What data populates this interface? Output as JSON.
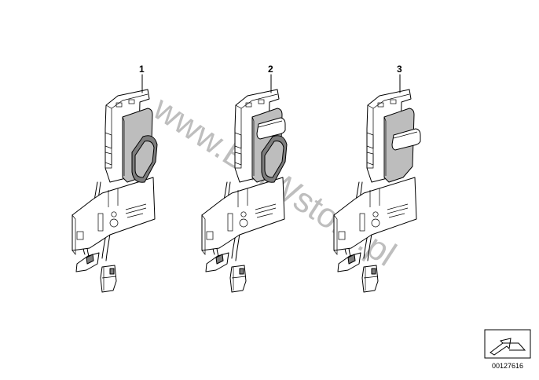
{
  "parts": [
    {
      "number": "1",
      "variant": "rocker-knob"
    },
    {
      "number": "2",
      "variant": "rocker-knob-with-button"
    },
    {
      "number": "3",
      "variant": "button-only"
    }
  ],
  "watermark": "www.BMWstore.pl",
  "document_number": "00127616",
  "icons": {
    "corner": "reference-arrow-icon"
  }
}
